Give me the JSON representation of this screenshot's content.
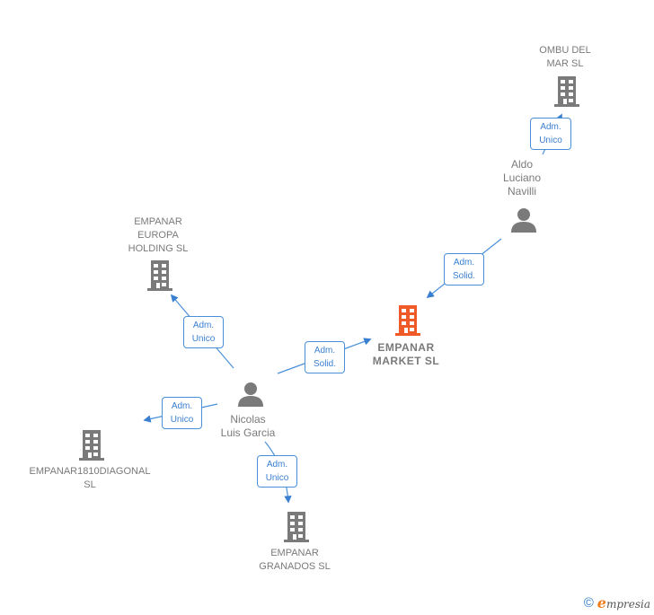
{
  "colors": {
    "company": "#7a7a7a",
    "main_company": "#f05a28",
    "person": "#7a7a7a",
    "edge": "#4a90d9"
  },
  "nodes": {
    "ombu": {
      "label": "OMBU DEL\nMAR  SL",
      "type": "company",
      "icon": "building-icon"
    },
    "aldo": {
      "label": "Aldo\nLuciano\nNavilli",
      "type": "person",
      "icon": "person-icon"
    },
    "europa": {
      "label": "EMPANAR\nEUROPA\nHOLDING  SL",
      "type": "company",
      "icon": "building-icon"
    },
    "market": {
      "label": "EMPANAR\nMARKET  SL",
      "type": "main-company",
      "icon": "building-icon"
    },
    "nicolas": {
      "label": "Nicolas\nLuis Garcia",
      "type": "person",
      "icon": "person-icon"
    },
    "diagonal": {
      "label": "EMPANAR1810DIAGONAL\nSL",
      "type": "company",
      "icon": "building-icon"
    },
    "granados": {
      "label": "EMPANAR\nGRANADOS  SL",
      "type": "company",
      "icon": "building-icon"
    }
  },
  "edges": [
    {
      "from": "aldo",
      "to": "ombu",
      "role": "Adm.\nUnico"
    },
    {
      "from": "aldo",
      "to": "market",
      "role": "Adm.\nSolid."
    },
    {
      "from": "nicolas",
      "to": "europa",
      "role": "Adm.\nUnico"
    },
    {
      "from": "nicolas",
      "to": "market",
      "role": "Adm.\nSolid."
    },
    {
      "from": "nicolas",
      "to": "diagonal",
      "role": "Adm.\nUnico"
    },
    {
      "from": "nicolas",
      "to": "granados",
      "role": "Adm.\nUnico"
    }
  ],
  "footer": {
    "copyright": "©",
    "brand_initial": "e",
    "brand_rest": "mpresia"
  }
}
